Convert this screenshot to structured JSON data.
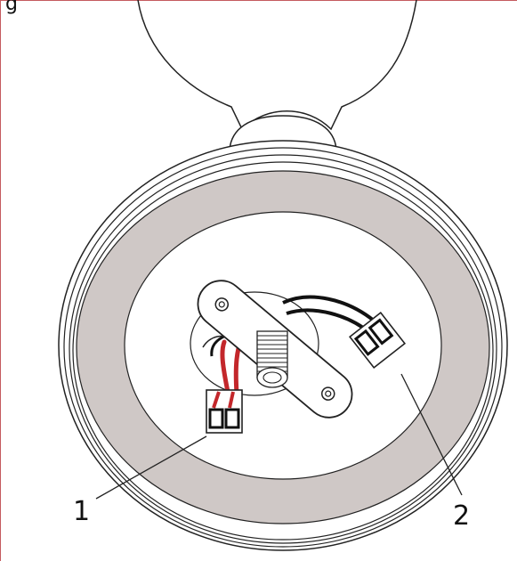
{
  "header": {
    "clipped_label": "g"
  },
  "callouts": [
    {
      "label": "1"
    },
    {
      "label": "2"
    }
  ],
  "colors": {
    "frame": "#c45b5f",
    "ring_fill": "#cfc8c6",
    "wire_red": "#c3272b",
    "wire_black": "#111111",
    "outline": "#222222"
  }
}
